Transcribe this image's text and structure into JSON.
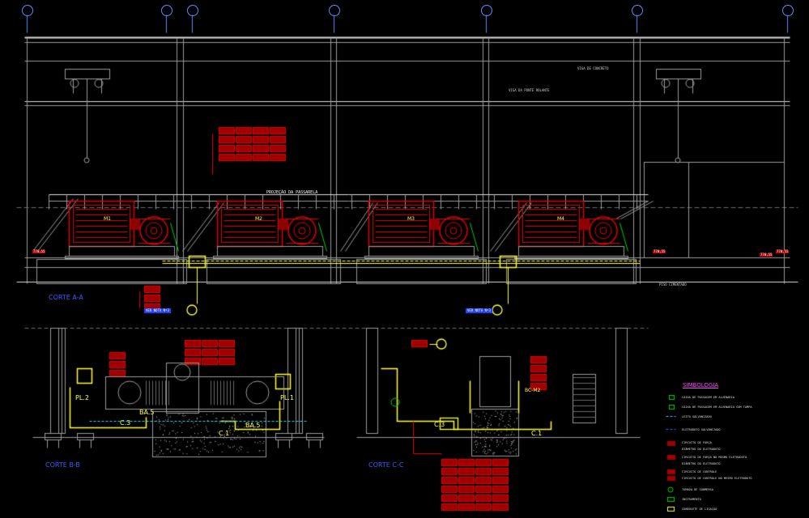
{
  "drawing": {
    "sections": {
      "main": "CORTE A-A",
      "left": "CORTE B-B",
      "right": "CORTE C-C"
    },
    "motors": [
      "M1",
      "M2",
      "M3",
      "M4"
    ],
    "pumps_left": [
      "BA.5",
      "BA.5"
    ],
    "panels_left": [
      "PL.2",
      "PL.1"
    ],
    "conduits": [
      "C.3",
      "C.1",
      "C.3",
      "C.1"
    ],
    "right_tag": "BC-M2",
    "annotations": {
      "viga": "VIGA DE CONCRETO",
      "ponte": "VIGA DA PONTE ROLANTE",
      "projecao": "PROJEÇÃO DA PASSARELA",
      "piso": "PISO CIMENTADO",
      "ver_nota_1": "VER NOTA Nº3",
      "ver_nota_2": "VER NOTA Nº3"
    },
    "levels": [
      "770,55",
      "770,55",
      "770,55",
      "770,55"
    ],
    "colors": {
      "red": "#e00000",
      "yellow": "#ffff40",
      "green": "#00d000",
      "blue": "#3a5cff",
      "cyan": "#34d6ff",
      "magenta": "#ff40ff",
      "white": "#e0e0e0"
    }
  },
  "legend": {
    "title": "SIMBOLOGIA",
    "items": [
      "CAIXA DE PASSAGEM EM ALVENARIA",
      "CAIXA DE PASSAGEM EM ALVENARIA COM TAMPA",
      "LEITO GALVANIZADO",
      "ELETRODUTO GALVANIZADO",
      "CIRCUITO DE FORÇA",
      "DIÂMETRO DO ELETRODUTO",
      "CIRCUITO DE FORÇA NO MESMO ELETRODUTO",
      "DIÂMETRO DO ELETRODUTO",
      "CIRCUITO DE CONTROLE",
      "CIRCUITO DE CONTROLE NO MESMO ELETRODUTO",
      "TOMADA DE SUBMERSA",
      "INSTRUMENTO",
      "CONDULETE DE LIGAÇÃO"
    ]
  }
}
